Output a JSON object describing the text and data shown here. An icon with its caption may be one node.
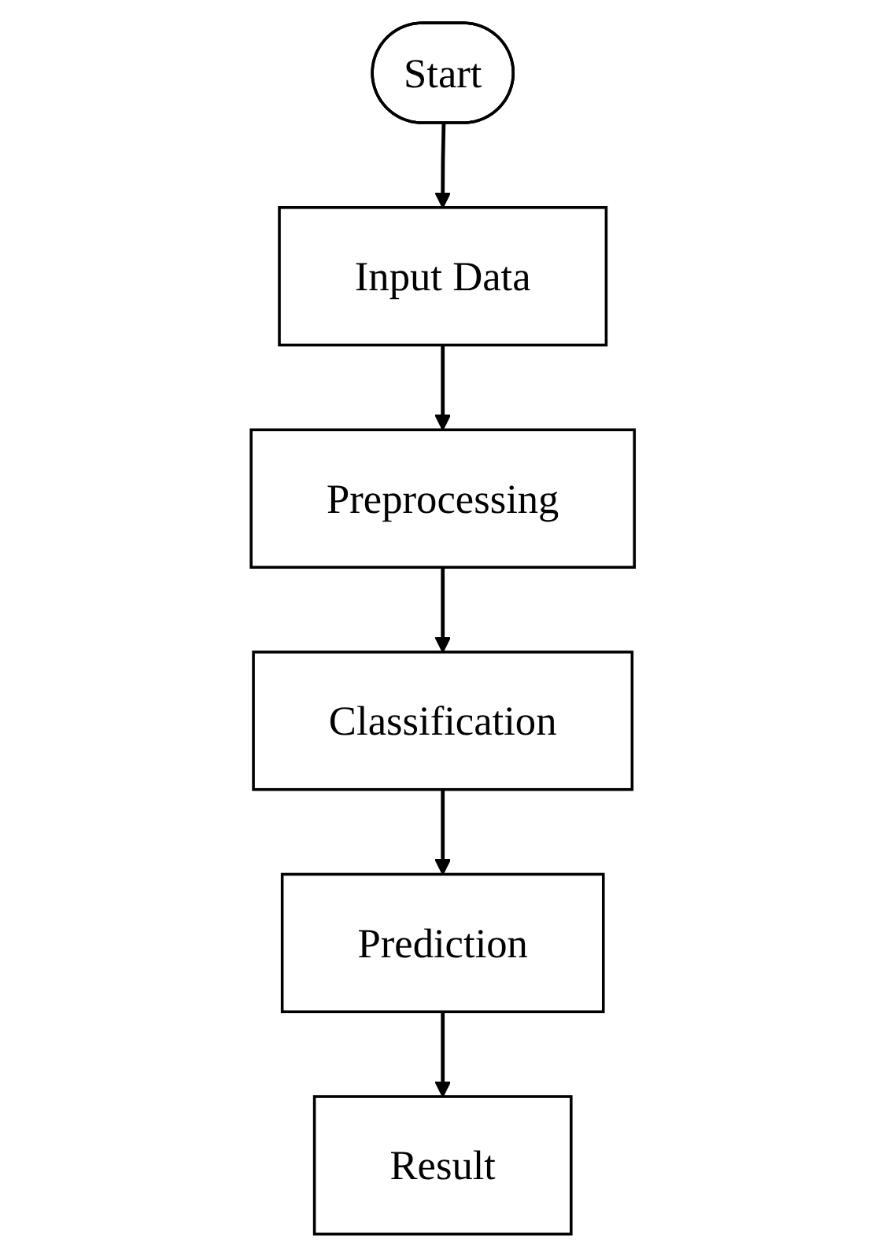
{
  "diagram": {
    "nodes": [
      {
        "text": [
          "Start"
        ]
      },
      {
        "text": [
          "Input Data"
        ]
      },
      {
        "text": [
          "Preprocessing"
        ]
      },
      {
        "text": [
          "Classification"
        ]
      },
      {
        "text": [
          "Prediction"
        ]
      },
      {
        "text": [
          "Result"
        ]
      }
    ],
    "edges": [
      {
        "from": 0,
        "to": 1,
        "arrow": "to"
      },
      {
        "from": 1,
        "to": 2,
        "arrow": "to"
      },
      {
        "from": 2,
        "to": 3,
        "arrow": "to"
      },
      {
        "from": 3,
        "to": 4,
        "arrow": "to"
      },
      {
        "from": 4,
        "to": 5,
        "arrow": "to"
      }
    ]
  }
}
